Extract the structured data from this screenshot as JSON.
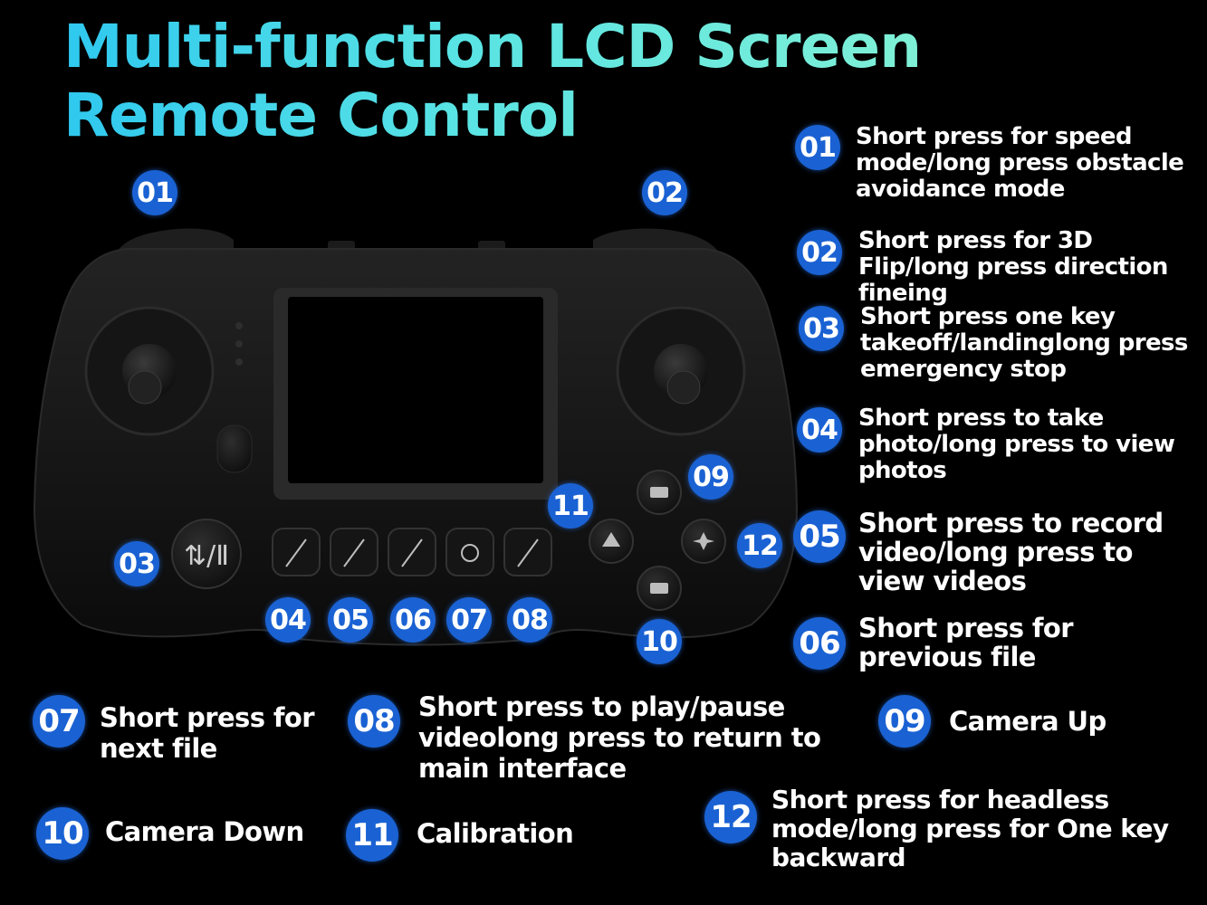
{
  "title": {
    "line1": "Multi-function LCD Screen",
    "line2": "Remote Control"
  },
  "diagram_labels": [
    "01",
    "02",
    "03",
    "04",
    "05",
    "06",
    "07",
    "08",
    "09",
    "10",
    "11",
    "12"
  ],
  "features": [
    {
      "number": "01",
      "text": "Short press for speed mode/long press obstacle avoidance mode"
    },
    {
      "number": "02",
      "text": "Short press for 3D Flip/long press direction fineing"
    },
    {
      "number": "03",
      "text": "Short press one key takeoff/landinglong press emergency stop"
    },
    {
      "number": "04",
      "text": "Short press to take photo/long press to view photos"
    },
    {
      "number": "05",
      "text": "Short press to record video/long press to view videos"
    },
    {
      "number": "06",
      "text": "Short press for previous file"
    },
    {
      "number": "07",
      "text": "Short press for next file"
    },
    {
      "number": "08",
      "text": "Short press to play/pause videolong press to return to main interface"
    },
    {
      "number": "09",
      "text": "Camera Up"
    },
    {
      "number": "10",
      "text": "Camera Down"
    },
    {
      "number": "11",
      "text": "Calibration"
    },
    {
      "number": "12",
      "text": "Short press for headless mode/long press for One key backward"
    }
  ],
  "colors": {
    "background": "#000000",
    "title_gradient": [
      "#2fc8ef",
      "#7ff0d6"
    ],
    "badge": "#1a62d3",
    "controller_body": "#141414"
  }
}
